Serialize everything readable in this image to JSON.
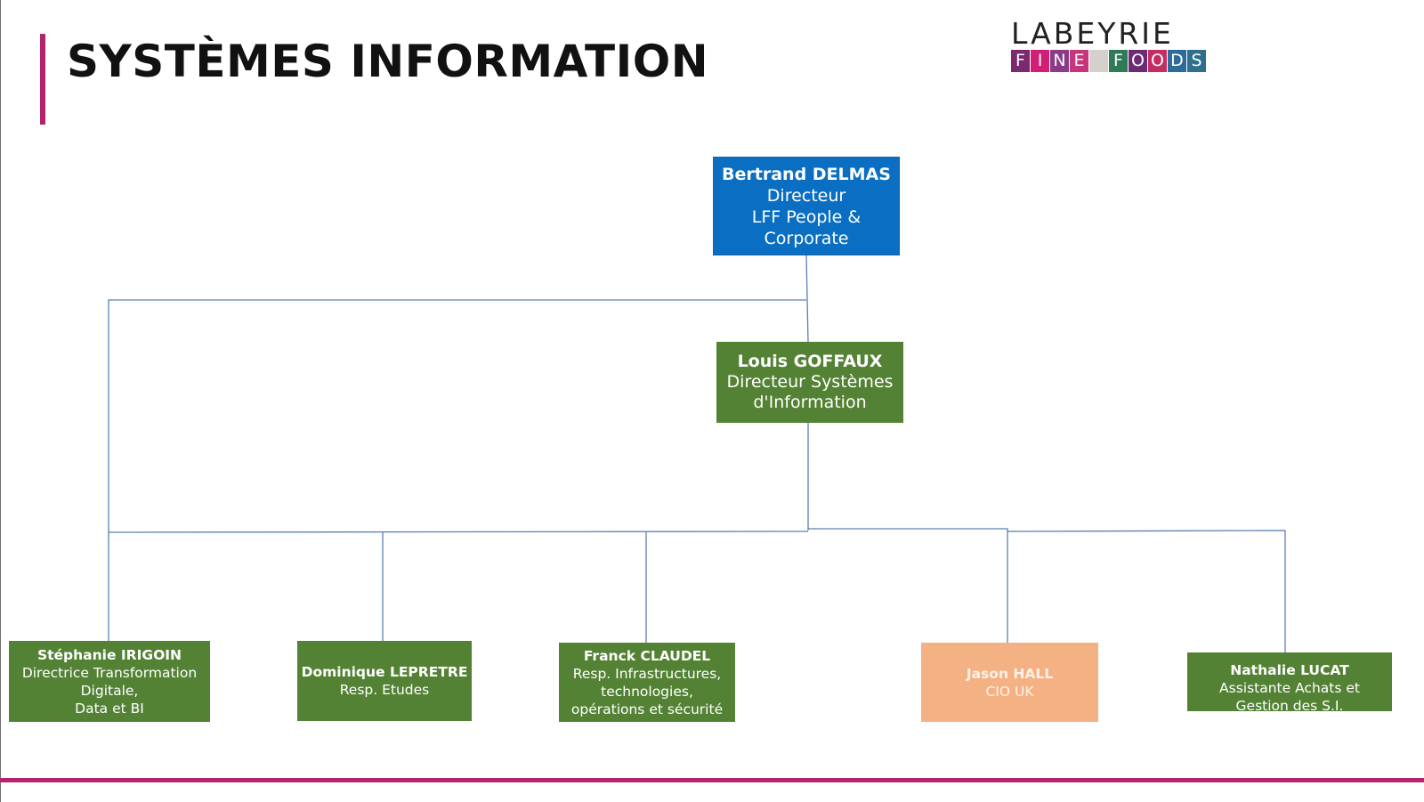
{
  "title": "SYSTÈMES INFORMATION",
  "logo": {
    "word": "LABEYRIE",
    "tiles": [
      {
        "letter": "F",
        "color": "#7a2a6e"
      },
      {
        "letter": "I",
        "color": "#d11f73"
      },
      {
        "letter": "N",
        "color": "#8a3a86"
      },
      {
        "letter": "E",
        "color": "#c8357a"
      },
      {
        "letter": "",
        "color": "#d4d0cc"
      },
      {
        "letter": "F",
        "color": "#2f7a57"
      },
      {
        "letter": "O",
        "color": "#6b2c75"
      },
      {
        "letter": "O",
        "color": "#c22d62"
      },
      {
        "letter": "D",
        "color": "#2d6b9a"
      },
      {
        "letter": "S",
        "color": "#2e6f8c"
      }
    ]
  },
  "org": {
    "top": {
      "name": "Bertrand DELMAS",
      "role_lines": [
        "Directeur",
        "LFF People &",
        "Corporate"
      ]
    },
    "manager": {
      "name": "Louis GOFFAUX",
      "role_lines": [
        "Directeur Systèmes",
        "d'Information"
      ]
    },
    "reports": [
      {
        "name": "Stéphanie IRIGOIN",
        "role_lines": [
          "Directrice Transformation",
          "Digitale,",
          "Data et BI"
        ]
      },
      {
        "name": "Dominique LEPRETRE",
        "role_lines": [
          "Resp. Etudes"
        ]
      },
      {
        "name": "Franck CLAUDEL",
        "role_lines": [
          "Resp. Infrastructures,",
          "technologies,",
          "opérations et sécurité"
        ]
      },
      {
        "name": "Jason HALL",
        "role_lines": [
          "CIO UK"
        ]
      },
      {
        "name": "Nathalie LUCAT",
        "role_lines": [
          "Assistante Achats et",
          "Gestion des S.I."
        ]
      }
    ]
  },
  "colors": {
    "accent": "#b3246e",
    "top_box": "#0a6fc2",
    "green_box": "#548235",
    "uk_box": "#f4b183",
    "connector": "#5b7fb5"
  }
}
